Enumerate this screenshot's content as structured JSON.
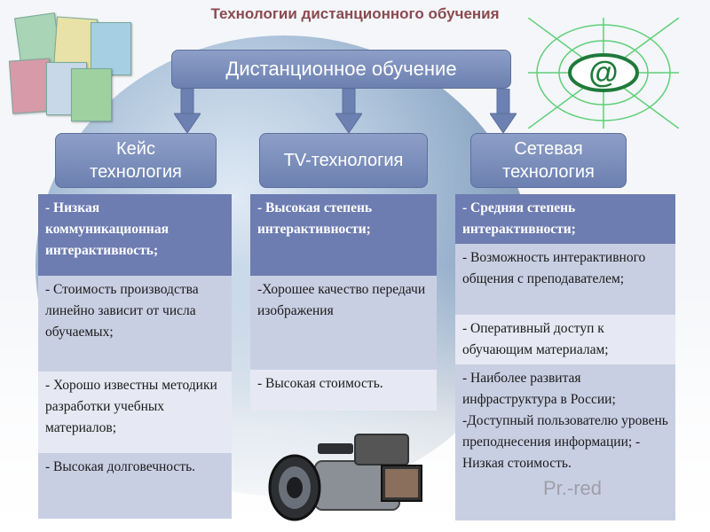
{
  "title": "Технологии дистанционного обучения",
  "root": "Дистанционное обучение",
  "categories": [
    {
      "label_line1": "Кейс",
      "label_line2": "технология",
      "cells": [
        {
          "text": "- Низкая коммуникационная интерактивность;",
          "style": "head"
        },
        {
          "text": "- Стоимость производства линейно зависит от числа обучаемых;",
          "style": "dark"
        },
        {
          "text": "- Хорошо известны методики разработки учебных материалов;",
          "style": "light"
        },
        {
          "text": "- Высокая долговечность.",
          "style": "dark"
        }
      ]
    },
    {
      "label_line1": "TV-технология",
      "label_line2": "",
      "cells": [
        {
          "text": "- Высокая степень интерактивности;",
          "style": "head"
        },
        {
          "text": "-Хорошее качество передачи изображения",
          "style": "dark"
        },
        {
          "text": "- Высокая стоимость.",
          "style": "light"
        }
      ]
    },
    {
      "label_line1": "Сетевая",
      "label_line2": "технология",
      "cells": [
        {
          "text": "- Средняя степень интерактивности;",
          "style": "head"
        },
        {
          "text": "- Возможность интерактивного общения с преподавателем;",
          "style": "dark"
        },
        {
          "text": "- Оперативный доступ к обучающим материалам;",
          "style": "light"
        },
        {
          "text": "- Наиболее развитая инфраструктура в России; -Доступный пользователю уровень преподнесения информации; - Низкая стоимость.",
          "style": "dark"
        }
      ]
    }
  ],
  "colors": {
    "box_fill": "#7688b8",
    "head_fill": "#6d7cb1",
    "cell_dark": "#c9cfe3",
    "cell_light": "#e6e9f3",
    "title": "#8a4a50"
  },
  "icons": [
    "books-icon",
    "web-at-icon",
    "video-camera-icon"
  ],
  "watermark": "Pr.-red"
}
